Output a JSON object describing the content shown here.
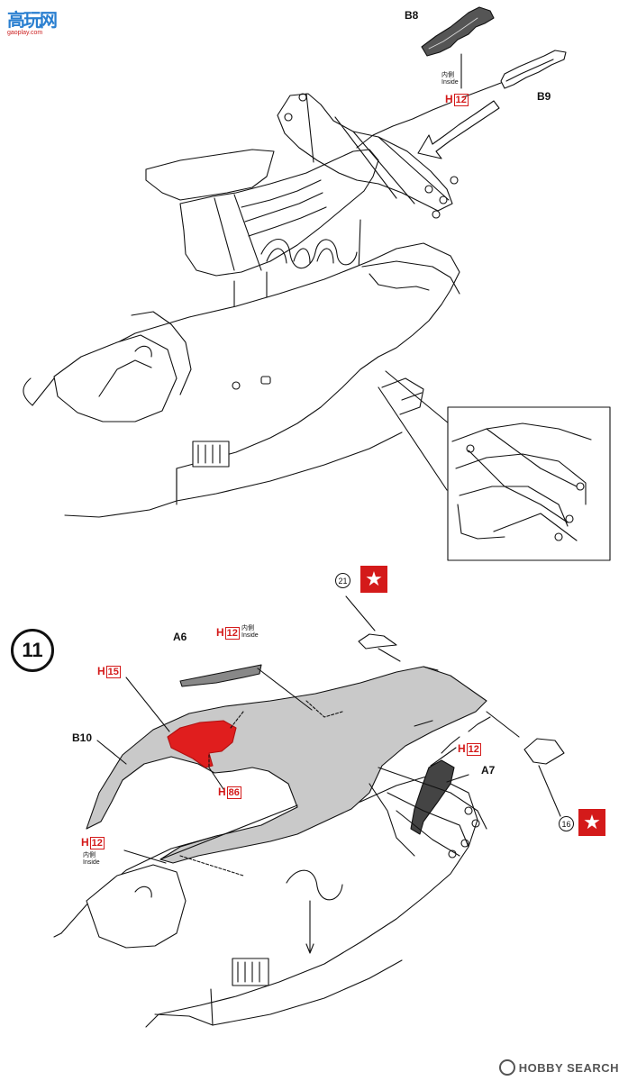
{
  "watermark_top": {
    "logo_text": "高玩网",
    "url": "gaoplay.com"
  },
  "watermark_bottom": {
    "text": "HOBBY SEARCH"
  },
  "step": {
    "number": "11"
  },
  "top_section": {
    "b8": "B8",
    "b9": "B9",
    "inside_jp": "内側",
    "inside_en": "Inside",
    "h": "H",
    "h_num": "12"
  },
  "bottom_section": {
    "a6": "A6",
    "a7": "A7",
    "b10": "B10",
    "h": "H",
    "h12_num": "12",
    "h15_num": "15",
    "h86_num": "86",
    "inside_jp": "内側",
    "inside_en": "Inside",
    "callout_21": "21",
    "callout_16": "16",
    "star": "★"
  },
  "colors": {
    "accent_red": "#d41a1a",
    "part_gray": "#c9c9c9",
    "line": "#111111"
  }
}
